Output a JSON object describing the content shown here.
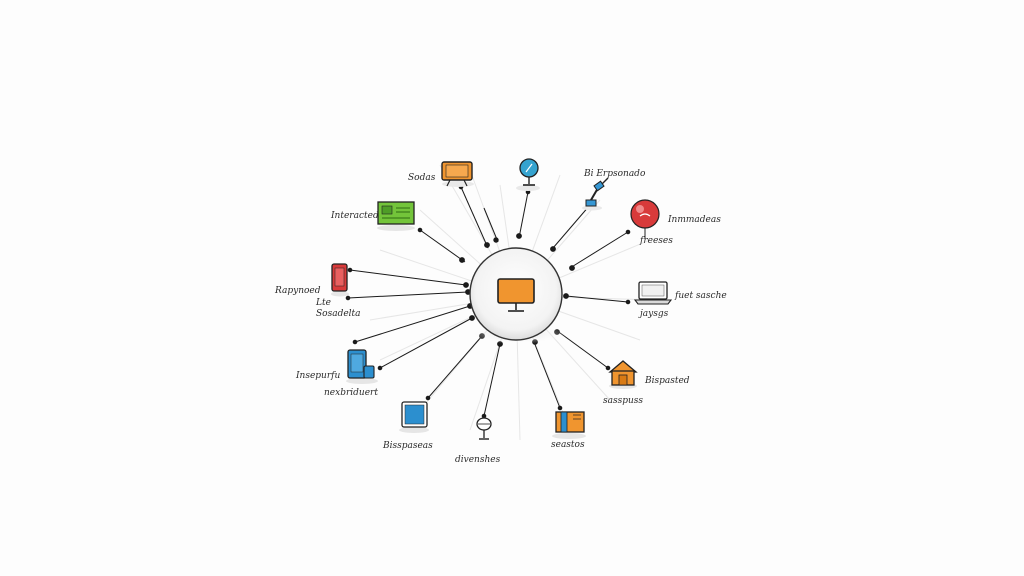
{
  "background_color": "#fdfdfd",
  "hub": {
    "icon": "monitor-icon",
    "color": "#f0952f"
  },
  "nodes": [
    {
      "id": "tv",
      "icon": "tv-icon",
      "color": "#f0952f",
      "labels": [
        "Sodas"
      ]
    },
    {
      "id": "lamp",
      "icon": "lamp-icon",
      "color": "#35a3cf",
      "labels": []
    },
    {
      "id": "robot-arm",
      "icon": "robot-arm-icon",
      "color": "#3597d4",
      "labels": [
        "Bi Erpsonado"
      ]
    },
    {
      "id": "router",
      "icon": "router-icon",
      "color": "#73c43a",
      "labels": [
        "Interacted"
      ]
    },
    {
      "id": "balloon",
      "icon": "balloon-icon",
      "color": "#d83a3a",
      "labels": [
        "Inmmadeas",
        "freeses"
      ]
    },
    {
      "id": "phone",
      "icon": "phone-icon",
      "color": "#d83a3a",
      "labels": [
        "Rapynoed",
        "Lte",
        "Sosadelta"
      ]
    },
    {
      "id": "laptop",
      "icon": "laptop-icon",
      "color": "#555555",
      "labels": [
        "fuet sasche",
        "jaysgs"
      ]
    },
    {
      "id": "devices",
      "icon": "devices-icon",
      "color": "#2c8fcf",
      "labels": [
        "Insepurfu",
        "nexbriduert"
      ]
    },
    {
      "id": "house",
      "icon": "house-icon",
      "color": "#f0952f",
      "labels": [
        "Bispasted",
        "sasspuss"
      ]
    },
    {
      "id": "tablet",
      "icon": "tablet-icon",
      "color": "#2c8fcf",
      "labels": [
        "Bisspaseas"
      ]
    },
    {
      "id": "microphone",
      "icon": "microphone-icon",
      "color": "#444444",
      "labels": [
        "divenshes"
      ]
    },
    {
      "id": "book",
      "icon": "book-icon",
      "color": "#f0952f",
      "labels": [
        "seastos"
      ]
    }
  ]
}
